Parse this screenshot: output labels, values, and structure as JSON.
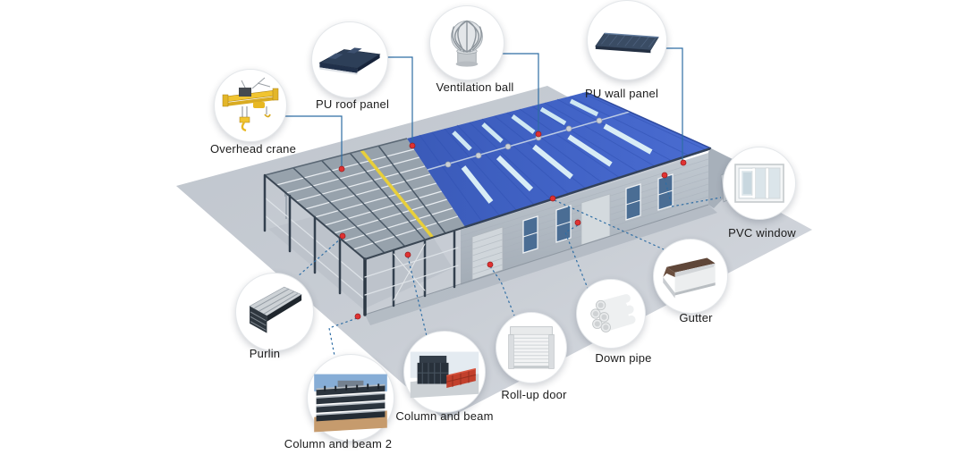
{
  "scene": {
    "type": "steel-structure-warehouse-component-diagram",
    "background_color": "#ffffff",
    "ground_color": "#c7ccd3",
    "roof_color": "#3e60c2",
    "skylight_color": "#d9edf6",
    "wall_color": "#b6bec7",
    "frame_color": "#33404e",
    "highlight_purlin_color": "#e8cf3a",
    "callout_line_color": "#2e6da4",
    "marker_color": "#e03232"
  },
  "components": [
    {
      "id": "overhead-crane",
      "label": "Overhead crane"
    },
    {
      "id": "pu-roof-panel",
      "label": "PU roof panel"
    },
    {
      "id": "ventilation-ball",
      "label": "Ventilation ball"
    },
    {
      "id": "pu-wall-panel",
      "label": "PU wall panel"
    },
    {
      "id": "pvc-window",
      "label": "PVC window"
    },
    {
      "id": "gutter",
      "label": "Gutter"
    },
    {
      "id": "down-pipe",
      "label": "Down pipe"
    },
    {
      "id": "roll-up-door",
      "label": "Roll-up door"
    },
    {
      "id": "column-and-beam",
      "label": "Column and beam"
    },
    {
      "id": "column-and-beam-2",
      "label": "Column and beam 2"
    },
    {
      "id": "purlin",
      "label": "Purlin"
    }
  ]
}
